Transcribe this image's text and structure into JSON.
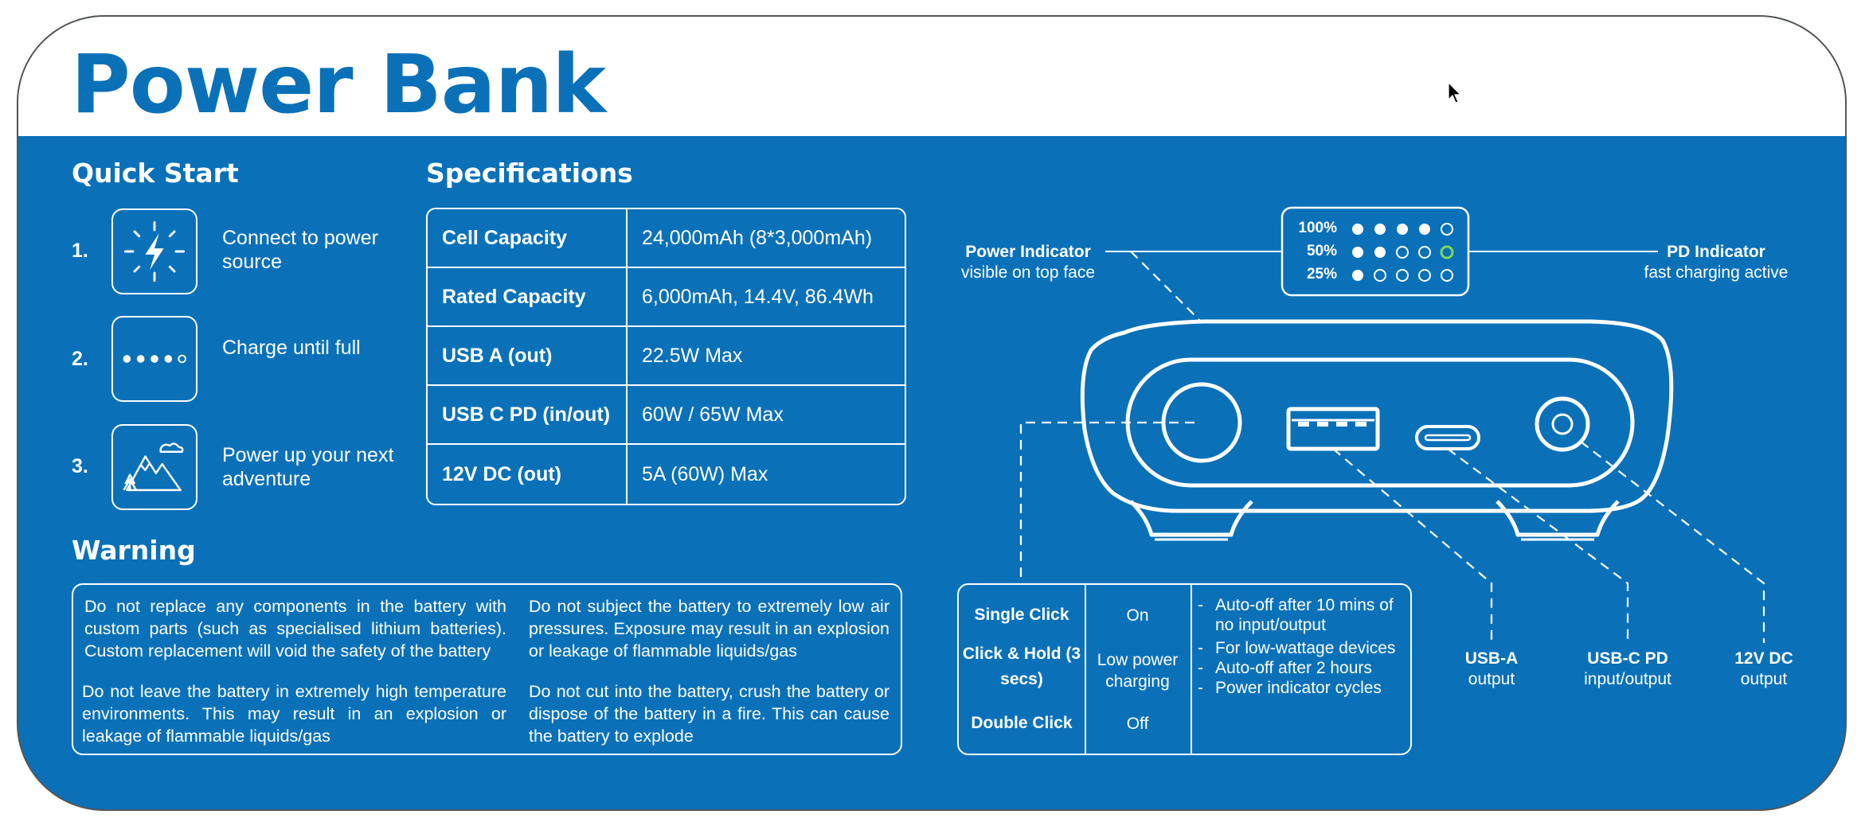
{
  "title": "Power Bank",
  "quick_start": {
    "heading": "Quick Start",
    "steps": [
      {
        "num": "1.",
        "icon": "lightning-icon",
        "text": "Connect to power source"
      },
      {
        "num": "2.",
        "icon": "charge-dots-icon",
        "text": "Charge until full"
      },
      {
        "num": "3.",
        "icon": "mountain-icon",
        "text": "Power up your next adventure"
      }
    ]
  },
  "specs": {
    "heading": "Specifications",
    "rows": [
      {
        "key": "Cell Capacity",
        "value": "24,000mAh (8*3,000mAh)"
      },
      {
        "key": "Rated Capacity",
        "value": "6,000mAh, 14.4V, 86.4Wh"
      },
      {
        "key": "USB A (out)",
        "value": "22.5W Max"
      },
      {
        "key": "USB C PD (in/out)",
        "value": "60W  / 65W Max"
      },
      {
        "key": "12V DC (out)",
        "value": "5A (60W) Max"
      }
    ]
  },
  "warning": {
    "heading": "Warning",
    "items": [
      "Do not replace any components in the battery with custom parts (such as specialised lithium batteries). Custom replacement will void the safety of the battery",
      "Do not subject the battery to extremely low air pressures. Exposure may result in an explosion or leakage of flammable liquids/gas",
      "Do not leave the battery in extremely high temperature environments. This may result in an explosion or leakage of flammable liquids/gas",
      "Do not cut into the battery, crush the battery or dispose of the battery in a fire. This can cause the battery to explode"
    ]
  },
  "indicator": {
    "power_title": "Power Indicator",
    "power_sub": "visible on top face",
    "pd_title": "PD Indicator",
    "pd_sub": "fast charging active",
    "levels": [
      {
        "label": "100%",
        "filled": 4
      },
      {
        "label": "50%",
        "filled": 2
      },
      {
        "label": "25%",
        "filled": 1
      }
    ],
    "pd_active_color": "#7ed957"
  },
  "ports": [
    {
      "title": "USB-A",
      "sub": "output"
    },
    {
      "title": "USB-C PD",
      "sub": "input/output"
    },
    {
      "title": "12V DC",
      "sub": "output"
    }
  ],
  "controls": {
    "rows": [
      {
        "action": "Single Click",
        "result": "On"
      },
      {
        "action": "Click & Hold (3 secs)",
        "result": "Low power charging"
      },
      {
        "action": "Double Click",
        "result": "Off"
      }
    ],
    "notes": [
      "Auto-off after 10 mins of no input/output",
      "For low-wattage devices",
      "Auto-off after 2 hours",
      "Power indicator cycles"
    ]
  },
  "colors": {
    "brand_blue": "#0a71b9",
    "white": "#ffffff"
  }
}
